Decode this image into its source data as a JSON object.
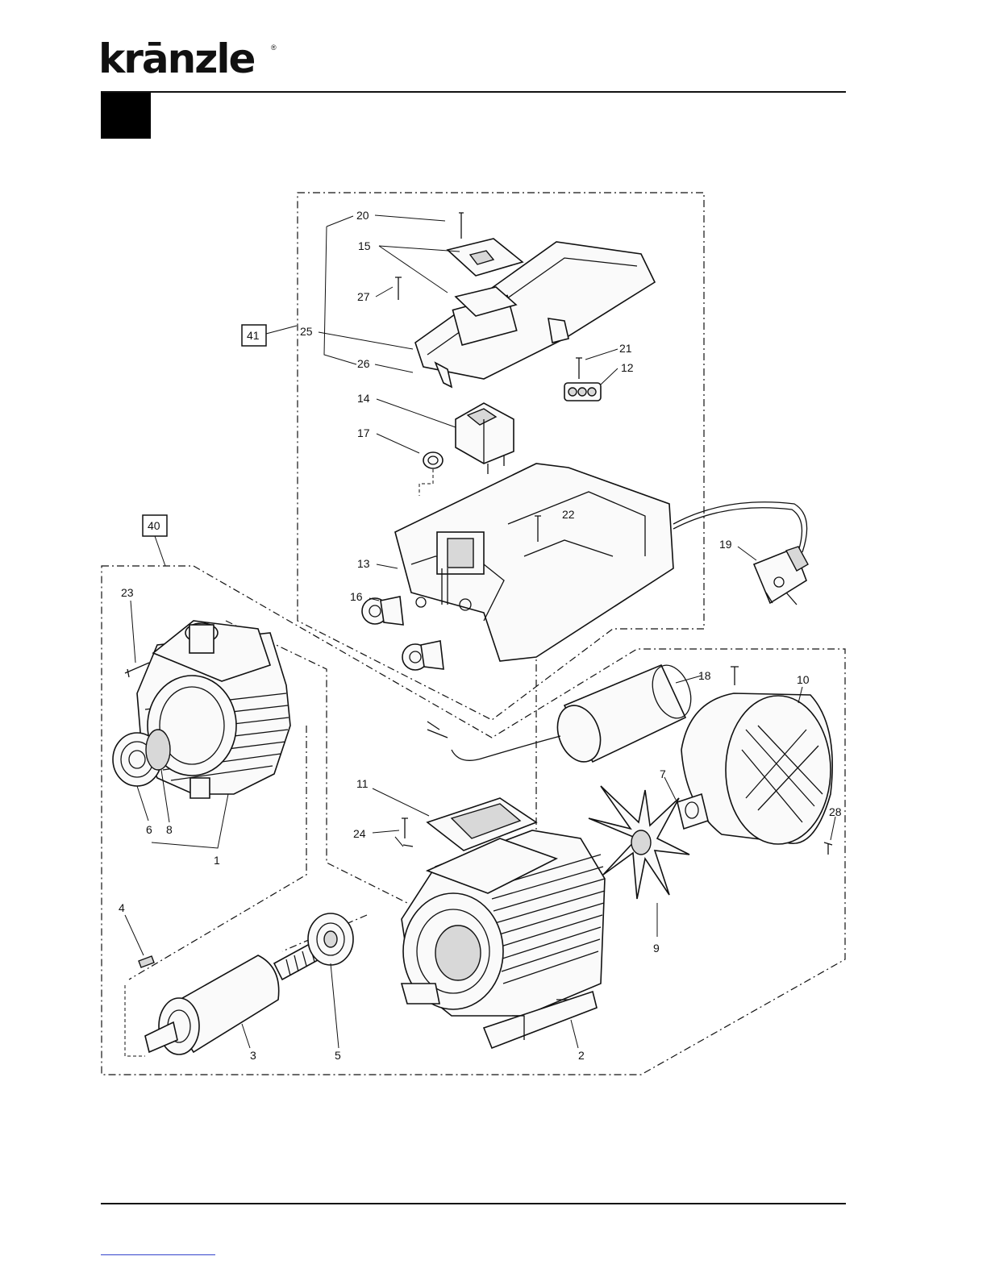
{
  "header": {
    "brand": "krānzle",
    "registered_mark": "®"
  },
  "diagram": {
    "group_labels": [
      "41",
      "40"
    ],
    "part_labels": [
      "20",
      "15",
      "27",
      "25",
      "26",
      "21",
      "12",
      "14",
      "17",
      "13",
      "16",
      "19",
      "22",
      "23",
      "18",
      "10",
      "7",
      "28",
      "11",
      "24",
      "6",
      "8",
      "1",
      "9",
      "4",
      "3",
      "5",
      "2"
    ]
  }
}
